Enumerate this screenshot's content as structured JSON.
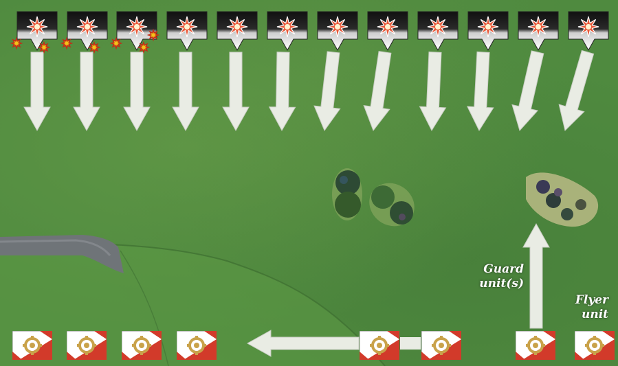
{
  "board": {
    "enemy_units": [
      {
        "kind": "enemy",
        "damage_markers": 2
      },
      {
        "kind": "enemy",
        "damage_markers": 2
      },
      {
        "kind": "enemy",
        "damage_markers": 3
      },
      {
        "kind": "enemy",
        "damage_markers": 0
      },
      {
        "kind": "enemy",
        "damage_markers": 0
      },
      {
        "kind": "enemy",
        "damage_markers": 0
      },
      {
        "kind": "enemy",
        "damage_markers": 0
      },
      {
        "kind": "enemy",
        "damage_markers": 0
      },
      {
        "kind": "enemy",
        "damage_markers": 0
      },
      {
        "kind": "enemy",
        "damage_markers": 0
      },
      {
        "kind": "enemy",
        "damage_markers": 0
      },
      {
        "kind": "enemy",
        "damage_markers": 0
      }
    ],
    "friendly_units": [
      {
        "kind": "friendly"
      },
      {
        "kind": "friendly"
      },
      {
        "kind": "friendly"
      },
      {
        "kind": "friendly"
      },
      {
        "kind": "friendly"
      },
      {
        "kind": "friendly"
      },
      {
        "kind": "guard"
      },
      {
        "kind": "flyer"
      }
    ],
    "labels": {
      "guard": [
        "Guard",
        "unit(s)"
      ],
      "flyer": [
        "Flyer",
        "unit"
      ]
    },
    "colors": {
      "grass": "#4f8a3f",
      "arrow": "#e9ece4",
      "enemy_top": "#101010",
      "enemy_star": "#e8593a",
      "friendly_red": "#d23a2a",
      "friendly_emblem": "#c9a24a",
      "hit_marker": "#f2c21a",
      "rock": "#6f7478"
    }
  }
}
